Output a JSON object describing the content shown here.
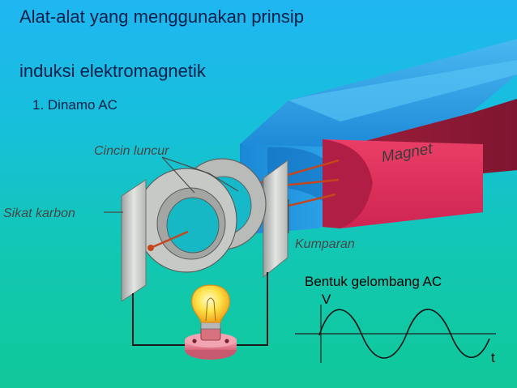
{
  "slide": {
    "title_line1": "Alat-alat yang menggunakan prinsip",
    "title_line2": "induksi elektromagnetik",
    "subtitle": "1. Dinamo AC"
  },
  "labels": {
    "cincin": "Cincin luncur",
    "sikat": "Sikat karbon",
    "magnet": "Magnet",
    "kumparan": "Kumparan"
  },
  "waveform": {
    "title": "Bentuk gelombang AC",
    "y_axis": "V",
    "x_axis": "t"
  },
  "colors": {
    "magnet_blue": "#1d8fdc",
    "magnet_red": "#dc2f5c",
    "coil": "#c5461c",
    "ring": "#a8aaa8",
    "brush": "#cfd2cf"
  }
}
